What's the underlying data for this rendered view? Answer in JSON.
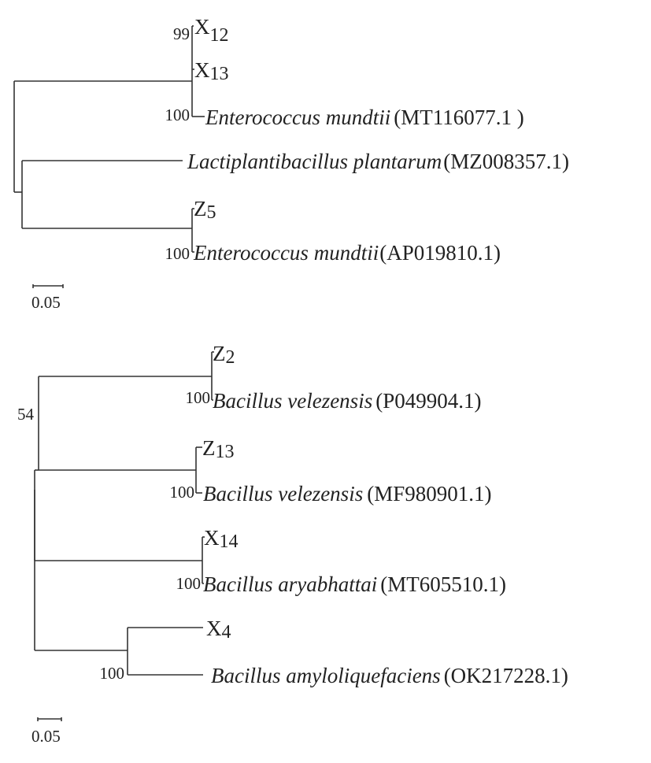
{
  "top_tree": {
    "support_x12_x13": "99",
    "support_x13_mundtii": "100",
    "support_z5_mundtii": "100",
    "taxa": {
      "x12": {
        "base": "X",
        "sub": "12"
      },
      "x13": {
        "base": "X",
        "sub": "13"
      },
      "enterococcus_mt": {
        "name": "Enterococcus mundtii",
        "accession": "(MT116077.1 )"
      },
      "lactiplantibacillus": {
        "name": "Lactiplantibacillus plantarum",
        "accession": "(MZ008357.1)"
      },
      "z5": {
        "base": "Z",
        "sub": "5"
      },
      "enterococcus_ap": {
        "name": "Enterococcus mundtii",
        "accession": "(AP019810.1)"
      }
    },
    "scale_label": "0.05"
  },
  "bottom_tree": {
    "support_root": "54",
    "support_z2": "100",
    "support_z13": "100",
    "support_x14": "100",
    "support_x4": "100",
    "taxa": {
      "z2": {
        "base": "Z",
        "sub": "2"
      },
      "velezensis_p": {
        "name": "Bacillus velezensis",
        "accession": "(P049904.1)"
      },
      "z13": {
        "base": "Z",
        "sub": "13"
      },
      "velezensis_mf": {
        "name": "Bacillus velezensis",
        "accession": "(MF980901.1)"
      },
      "x14": {
        "base": "X",
        "sub": "14"
      },
      "aryabhattai": {
        "name": "Bacillus aryabhattai",
        "accession": "(MT605510.1)"
      },
      "x4": {
        "base": "X",
        "sub": "4"
      },
      "amyloliquefaciens": {
        "name": "Bacillus amyloliquefaciens",
        "accession": "(OK217228.1)"
      }
    },
    "scale_label": "0.05"
  }
}
